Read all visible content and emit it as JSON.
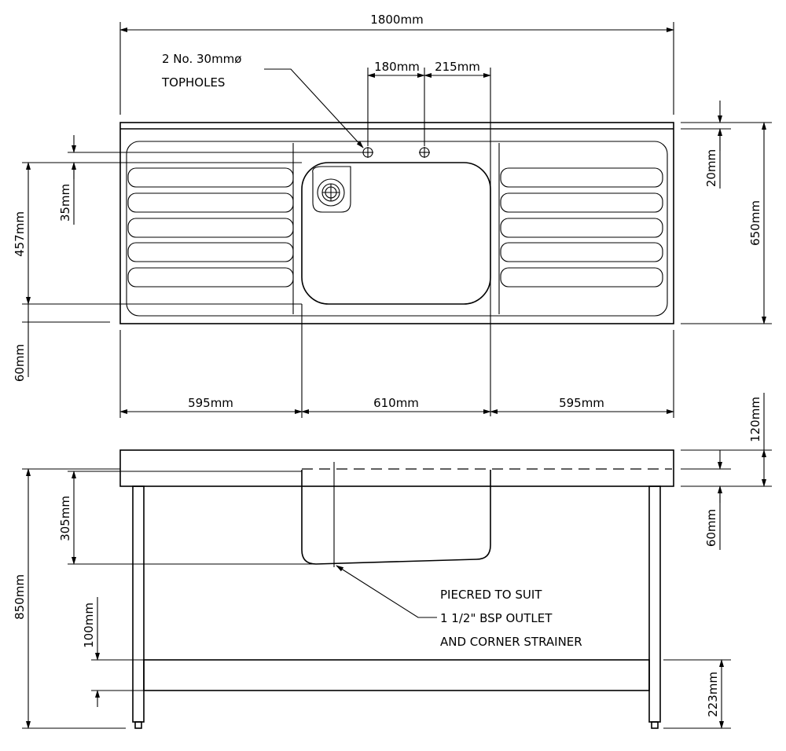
{
  "dimensions": {
    "overall_length": "1800mm",
    "tophole_spacing_1": "180mm",
    "tophole_spacing_2": "215mm",
    "depth": "650mm",
    "upstand": "20mm",
    "bowl_length": "457mm",
    "tophole_offset": "35mm",
    "front_margin": "60mm",
    "drainer_left": "595mm",
    "bowl_width": "610mm",
    "drainer_right": "595mm",
    "top_thickness": "120mm",
    "apron": "60mm",
    "bowl_depth": "305mm",
    "overall_height": "850mm",
    "undershelf_gap": "100mm",
    "undershelf_height": "223mm"
  },
  "notes": {
    "topholes_line1": "2 No. 30mmø",
    "topholes_line2": "TOPHOLES",
    "outlet_line1": "PIECRED TO SUIT",
    "outlet_line2": "1 1/2\" BSP OUTLET",
    "outlet_line3": "AND CORNER STRAINER"
  }
}
